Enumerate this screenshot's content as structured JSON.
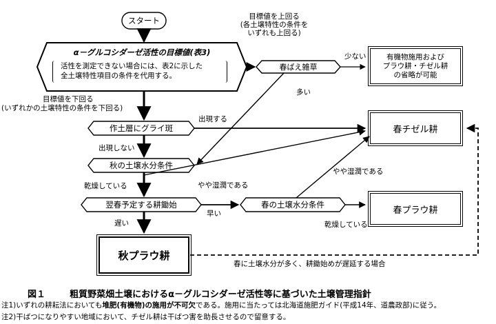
{
  "nodes": {
    "start": "スタート",
    "target_title": "α－グルコシダーゼ活性の目標値(表3)",
    "target_note_1": "活性を測定できない場合には、表2に示した",
    "target_note_2": "全土壌特性項目の条件を代用する。",
    "spring_weeds": "春ばえ雑草",
    "omit_outcome_1": "有機物施用および",
    "omit_outcome_2": "プラウ耕・チゼル耕",
    "omit_outcome_3": "の省略が可能",
    "gley": "作土層にグライ斑",
    "spring_chisel": "春チゼル耕",
    "autumn_moisture": "秋の土壌水分条件",
    "spring_plowing_start": "翌春予定する耕鋤始",
    "spring_moisture": "春の土壌水分条件",
    "spring_plow": "春プラウ耕",
    "autumn_plow": "秋プラウ耕"
  },
  "edges": {
    "above_target_1": "目標値を上回る",
    "above_target_2": "(各土壌特性の条件を",
    "above_target_3": "いずれも上回る)",
    "few": "少ない",
    "many": "多い",
    "below_target_1": "目標値を下回る",
    "below_target_2": "(いずれかの土壌特性の条件を下回る)",
    "appears": "出現する",
    "not_appear": "出現しない",
    "dry_autumn": "乾燥している",
    "somewhat_wet_autumn": "やや湿潤である",
    "somewhat_wet_spring": "やや湿潤である",
    "early": "早い",
    "late": "遅い",
    "dry_spring": "乾燥している",
    "wet_spring_delayed": "春に土壌水分が多く、耕鋤始めが遅延する場合"
  },
  "caption": {
    "figure_no": "図１",
    "title": "粗質野菜畑土壌におけるα－グルコシダーゼ活性等に基づいた土壌管理指針"
  },
  "notes": {
    "note1_a": "注1)いずれの耕耘法においても",
    "note1_b": "堆肥(有機物)の施用が不可欠",
    "note1_c": "である。施用に当たっては北海道施肥ガイド(平成14年、道農政部)に従う。",
    "note2": "注2)干ばつになりやすい地域において、チゼル耕は干ばつ害を助長させるので留意する。"
  }
}
